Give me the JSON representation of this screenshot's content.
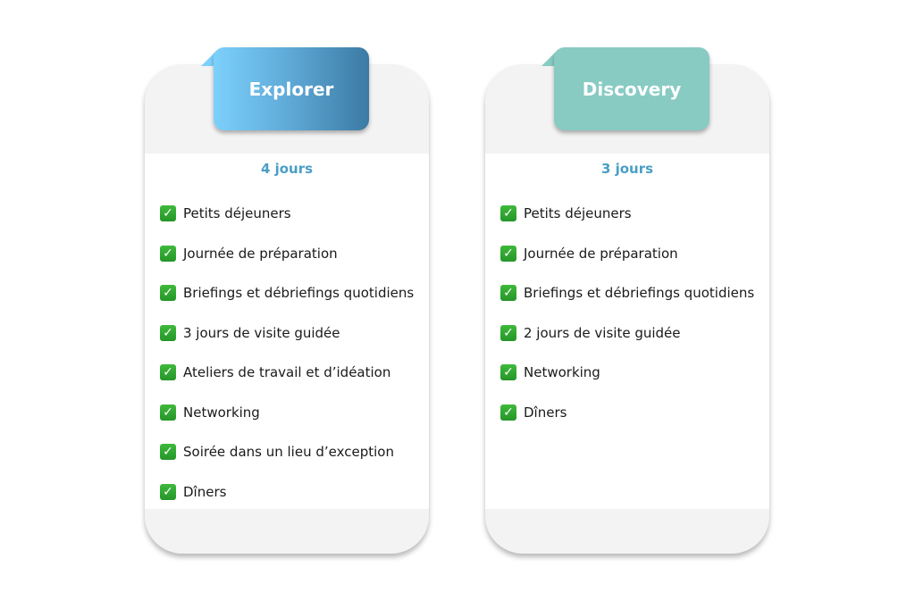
{
  "cards": [
    {
      "name": "Explorer",
      "duration": "4 jours",
      "features": [
        "Petits déjeuners",
        "Journée de préparation",
        "Briefings et débriefings quotidiens",
        "3 jours de visite guidée",
        "Ateliers de travail et d’idéation",
        "Networking",
        "Soirée dans un lieu d’exception",
        "Dîners"
      ]
    },
    {
      "name": "Discovery",
      "duration": "3 jours",
      "features": [
        "Petits déjeuners",
        "Journée de préparation",
        "Briefings et débriefings quotidiens",
        "2 jours de visite guidée",
        "Networking",
        "Dîners"
      ]
    }
  ],
  "check_icon": "white-heavy-check-mark-icon",
  "colors": {
    "explorer_gradient": [
      "#7dd0fb",
      "#3b7aa4"
    ],
    "discovery_tab": "#88cbc3",
    "duration_text": "#4a9ec4",
    "check_green": "#2fa82f"
  }
}
